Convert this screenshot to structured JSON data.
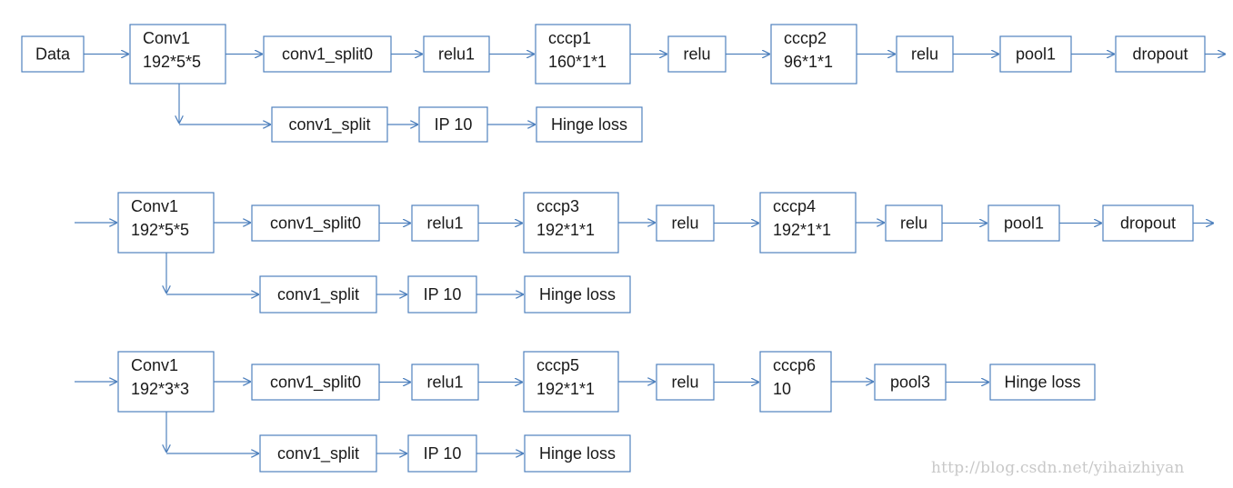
{
  "rows": [
    {
      "id": "row1",
      "main": [
        {
          "id": "data",
          "lines": [
            "Data"
          ]
        },
        {
          "id": "conv1",
          "lines": [
            "Conv1",
            "192*5*5"
          ]
        },
        {
          "id": "split0",
          "lines": [
            "conv1_split0"
          ]
        },
        {
          "id": "relu1",
          "lines": [
            "relu1"
          ]
        },
        {
          "id": "cccp1",
          "lines": [
            "cccp1",
            "160*1*1"
          ]
        },
        {
          "id": "relu-a",
          "lines": [
            "relu"
          ]
        },
        {
          "id": "cccp2",
          "lines": [
            "cccp2",
            "96*1*1"
          ]
        },
        {
          "id": "relu-b",
          "lines": [
            "relu"
          ]
        },
        {
          "id": "pool1",
          "lines": [
            "pool1"
          ]
        },
        {
          "id": "dropout",
          "lines": [
            "dropout"
          ]
        }
      ],
      "branch": [
        {
          "id": "split",
          "lines": [
            "conv1_split"
          ]
        },
        {
          "id": "ip10",
          "lines": [
            "IP 10"
          ]
        },
        {
          "id": "hinge",
          "lines": [
            "Hinge loss"
          ]
        }
      ]
    },
    {
      "id": "row2",
      "main": [
        {
          "id": "conv1",
          "lines": [
            "Conv1",
            "192*5*5"
          ]
        },
        {
          "id": "split0",
          "lines": [
            "conv1_split0"
          ]
        },
        {
          "id": "relu1",
          "lines": [
            "relu1"
          ]
        },
        {
          "id": "cccp3",
          "lines": [
            "cccp3",
            "192*1*1"
          ]
        },
        {
          "id": "relu-a",
          "lines": [
            "relu"
          ]
        },
        {
          "id": "cccp4",
          "lines": [
            "cccp4",
            "192*1*1"
          ]
        },
        {
          "id": "relu-b",
          "lines": [
            "relu"
          ]
        },
        {
          "id": "pool1",
          "lines": [
            "pool1"
          ]
        },
        {
          "id": "dropout",
          "lines": [
            "dropout"
          ]
        }
      ],
      "branch": [
        {
          "id": "split",
          "lines": [
            "conv1_split"
          ]
        },
        {
          "id": "ip10",
          "lines": [
            "IP 10"
          ]
        },
        {
          "id": "hinge",
          "lines": [
            "Hinge loss"
          ]
        }
      ]
    },
    {
      "id": "row3",
      "main": [
        {
          "id": "conv1",
          "lines": [
            "Conv1",
            "192*3*3"
          ]
        },
        {
          "id": "split0",
          "lines": [
            "conv1_split0"
          ]
        },
        {
          "id": "relu1",
          "lines": [
            "relu1"
          ]
        },
        {
          "id": "cccp5",
          "lines": [
            "cccp5",
            "192*1*1"
          ]
        },
        {
          "id": "relu-a",
          "lines": [
            "relu"
          ]
        },
        {
          "id": "cccp6",
          "lines": [
            "cccp6",
            "10"
          ]
        },
        {
          "id": "pool3",
          "lines": [
            "pool3"
          ]
        },
        {
          "id": "hinge-main",
          "lines": [
            "Hinge loss"
          ]
        }
      ],
      "branch": [
        {
          "id": "split",
          "lines": [
            "conv1_split"
          ]
        },
        {
          "id": "ip10",
          "lines": [
            "IP 10"
          ]
        },
        {
          "id": "hinge",
          "lines": [
            "Hinge loss"
          ]
        }
      ]
    }
  ],
  "watermark": "http://blog.csdn.net/yihaizhiyan",
  "colors": {
    "stroke": "#4f81bd",
    "text": "#1a1a1a",
    "watermark": "#c8c8c8"
  }
}
